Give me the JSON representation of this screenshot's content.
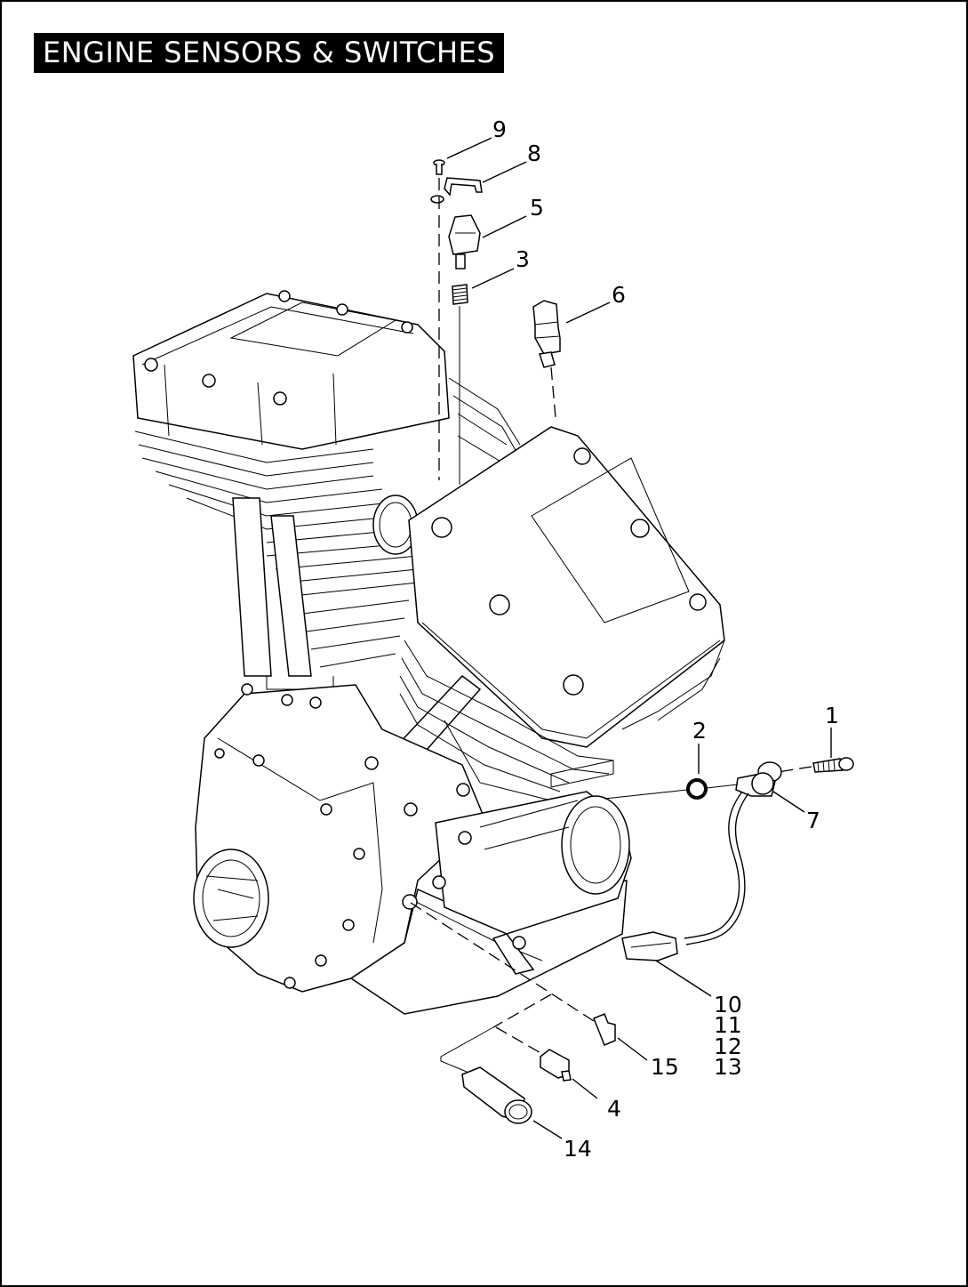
{
  "title": "ENGINE SENSORS & SWITCHES",
  "callouts": {
    "c1": "1",
    "c2": "2",
    "c3": "3",
    "c4": "4",
    "c5": "5",
    "c6": "6",
    "c7": "7",
    "c8": "8",
    "c9": "9",
    "c10": "10",
    "c11": "11",
    "c12": "12",
    "c13": "13",
    "c14": "14",
    "c15": "15"
  }
}
